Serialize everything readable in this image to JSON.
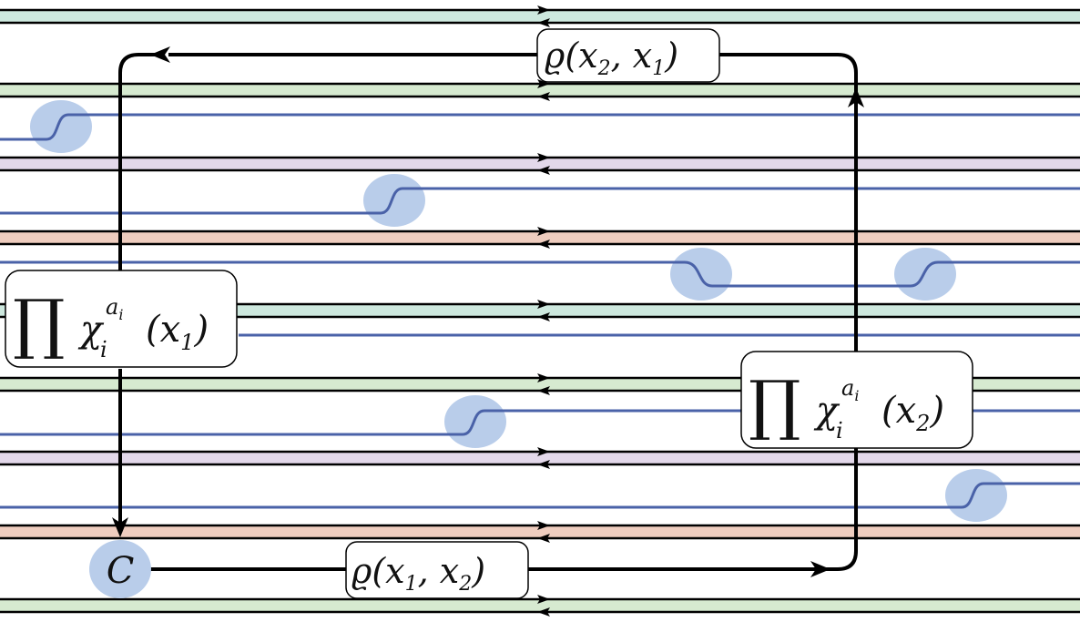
{
  "colors": {
    "band_green": "#d6ead0",
    "band_teal": "#cde8de",
    "band_purple": "#e3d8ea",
    "band_salmon": "#efcdbf",
    "thread_blue": "#4a62a8",
    "blob": "#b9cdea",
    "black": "#000000"
  },
  "labels": {
    "rho_top": {
      "base": "ϱ(x",
      "s1": "2",
      "mid": ", x",
      "s2": "1",
      "end": ")"
    },
    "rho_bottom": {
      "base": "ϱ(x",
      "s1": "1",
      "mid": ", x",
      "s2": "2",
      "end": ")"
    },
    "prod_left": {
      "prod": "∏",
      "chi": "χ",
      "sub": "i",
      "sup_a": "a",
      "sup_i": "i",
      "arg": "(x",
      "arg_sub": "1",
      "arg_end": ")"
    },
    "prod_right": {
      "prod": "∏",
      "chi": "χ",
      "sub": "i",
      "sup_a": "a",
      "sup_i": "i",
      "arg": "(x",
      "arg_sub": "2",
      "arg_end": ")"
    },
    "c_node": "C"
  }
}
